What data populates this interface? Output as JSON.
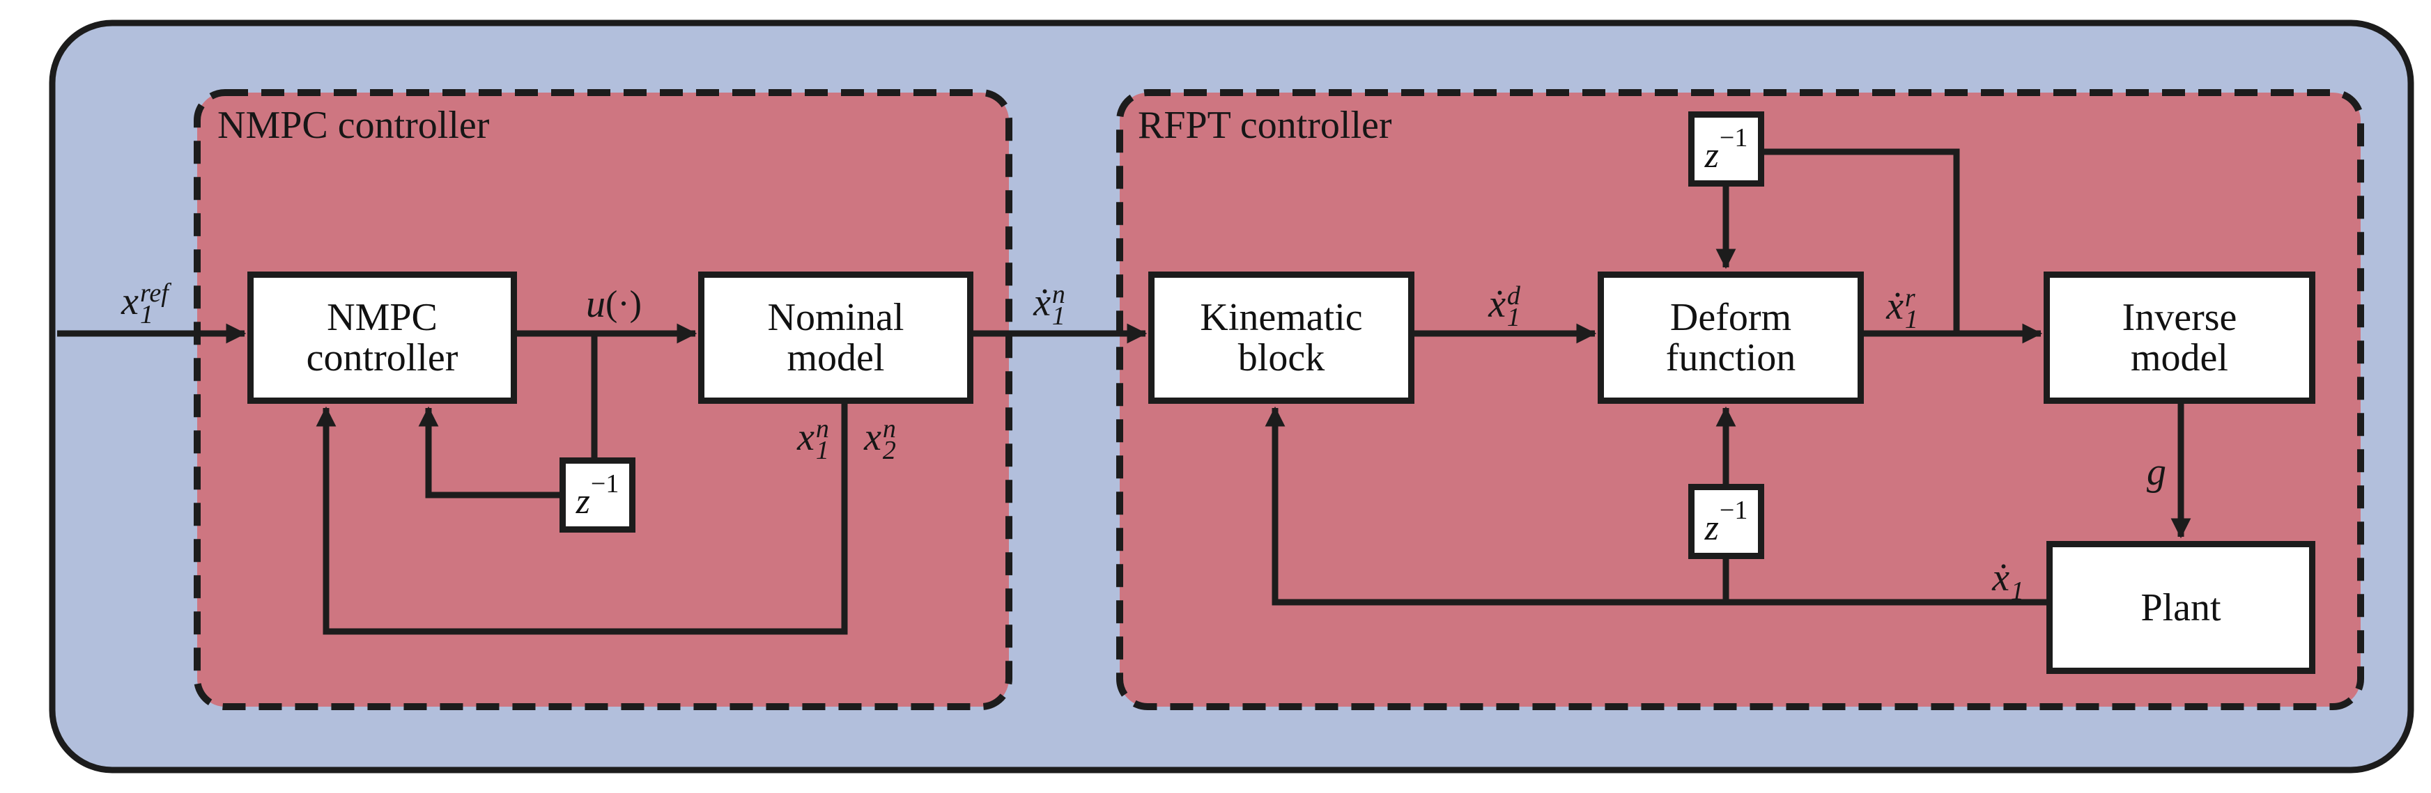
{
  "regions": {
    "nmpc": {
      "label": "NMPC controller"
    },
    "rfpt": {
      "label": "RFPT controller"
    }
  },
  "blocks": {
    "nmpc_controller": {
      "line1": "NMPC",
      "line2": "controller"
    },
    "nominal_model": {
      "line1": "Nominal",
      "line2": "model"
    },
    "kinematic_block": {
      "line1": "Kinematic",
      "line2": "block"
    },
    "deform_function": {
      "line1": "Deform",
      "line2": "function"
    },
    "inverse_model": {
      "line1": "Inverse",
      "line2": "model"
    },
    "plant": {
      "line1": "Plant"
    }
  },
  "delays": {
    "nmpc": {
      "base": "z",
      "sup": "−1"
    },
    "rfpt_top": {
      "base": "z",
      "sup": "−1"
    },
    "rfpt_bottom": {
      "base": "z",
      "sup": "−1"
    }
  },
  "signals": {
    "x1ref": {
      "base": "x",
      "sup": "ref",
      "sub": "1"
    },
    "u": {
      "base": "u",
      "args": "(·)"
    },
    "x1n_dot": {
      "base": "ẋ",
      "sup": "n",
      "sub": "1"
    },
    "x1n": {
      "base": "x",
      "sup": "n",
      "sub": "1"
    },
    "x2n": {
      "base": "x",
      "sup": "n",
      "sub": "2"
    },
    "x1d_dot": {
      "base": "ẋ",
      "sup": "d",
      "sub": "1"
    },
    "x1r_dot": {
      "base": "ẋ",
      "sup": "r",
      "sub": "1"
    },
    "g": {
      "base": "g"
    },
    "x1_dot": {
      "base": "ẋ",
      "sub": "1"
    }
  },
  "colors": {
    "outer_fill": "#b2bfdc",
    "region_fill": "#ce7681",
    "line": "#1c1c1c",
    "box_fill": "#ffffff",
    "text": "#161616"
  }
}
